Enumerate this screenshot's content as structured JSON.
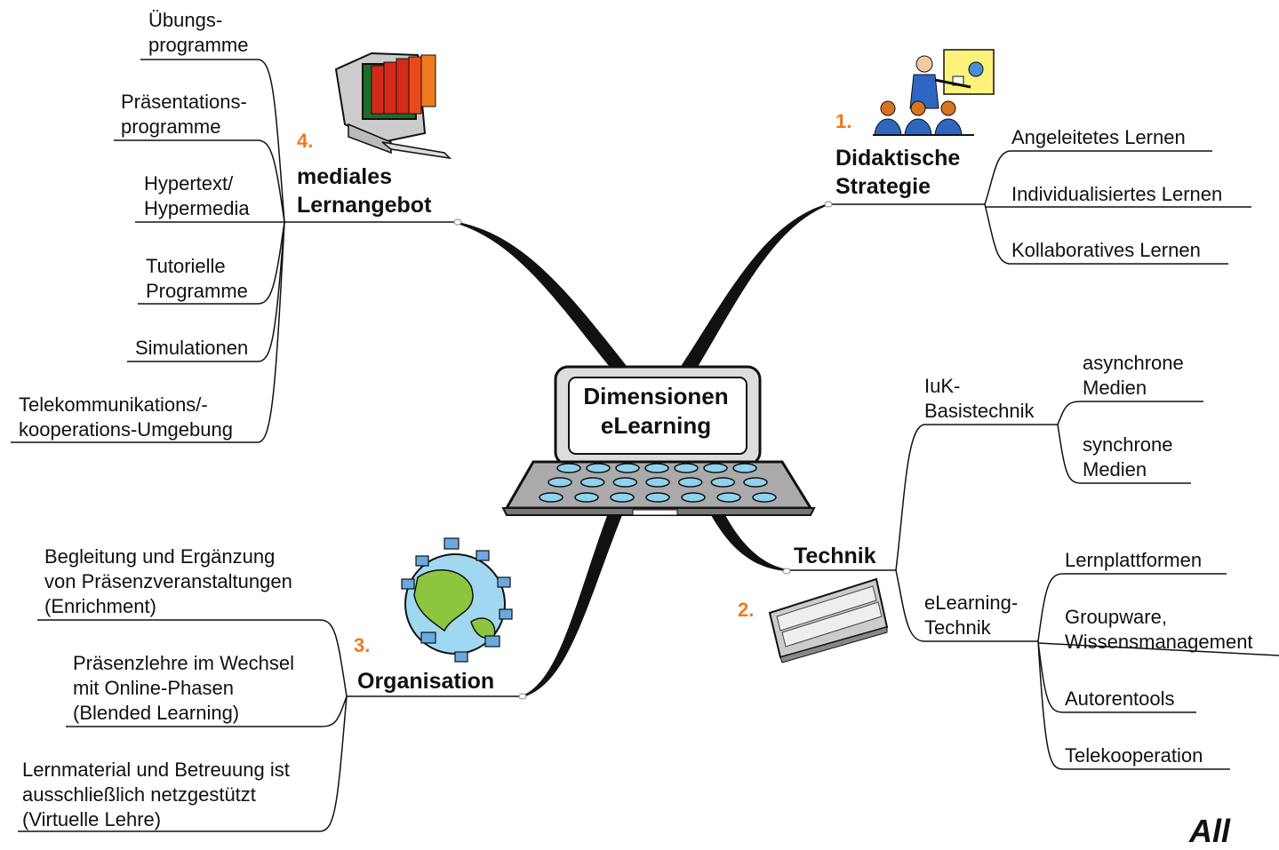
{
  "center": {
    "title": "Dimensionen\neLearning"
  },
  "branches": {
    "didaktik": {
      "number": "1.",
      "title": "Didaktische\nStrategie",
      "items": [
        "Angeleitetes Lernen",
        "Individualisiertes Lernen",
        "Kollaboratives Lernen"
      ]
    },
    "technik": {
      "number": "2.",
      "title": "Technik",
      "sub1": {
        "title": "IuK-\nBasistechnik",
        "items": [
          "asynchrone\nMedien",
          "synchrone\nMedien"
        ]
      },
      "sub2": {
        "title": "eLearning-\nTechnik",
        "items": [
          "Lernplattformen",
          "Groupware,\nWissensmanagement",
          "Autorentools",
          "Telekooperation"
        ]
      }
    },
    "organisation": {
      "number": "3.",
      "title": "Organisation",
      "items": [
        "Begleitung und Ergänzung\nvon Präsenzveranstaltungen\n(Enrichment)",
        "Präsenzlehre im Wechsel\nmit Online-Phasen\n(Blended Learning)",
        "Lernmaterial und Betreuung ist\nausschließlich netzgestützt\n(Virtuelle Lehre)"
      ]
    },
    "medial": {
      "number": "4.",
      "title": "mediales\nLernangebot",
      "items": [
        "Übungs-\nprogramme",
        "Präsentations-\nprogramme",
        "Hypertext/\nHypermedia",
        "Tutorielle\nProgramme",
        "Simulationen",
        "Telekommunikations/-\nkooperations-Umgebung"
      ]
    }
  },
  "partial_text": "All",
  "colors": {
    "accent": "#f07a1e",
    "line": "#111111",
    "key": "#8fd3ee",
    "globe_water": "#9fd8f0",
    "globe_land": "#8cc63f"
  }
}
